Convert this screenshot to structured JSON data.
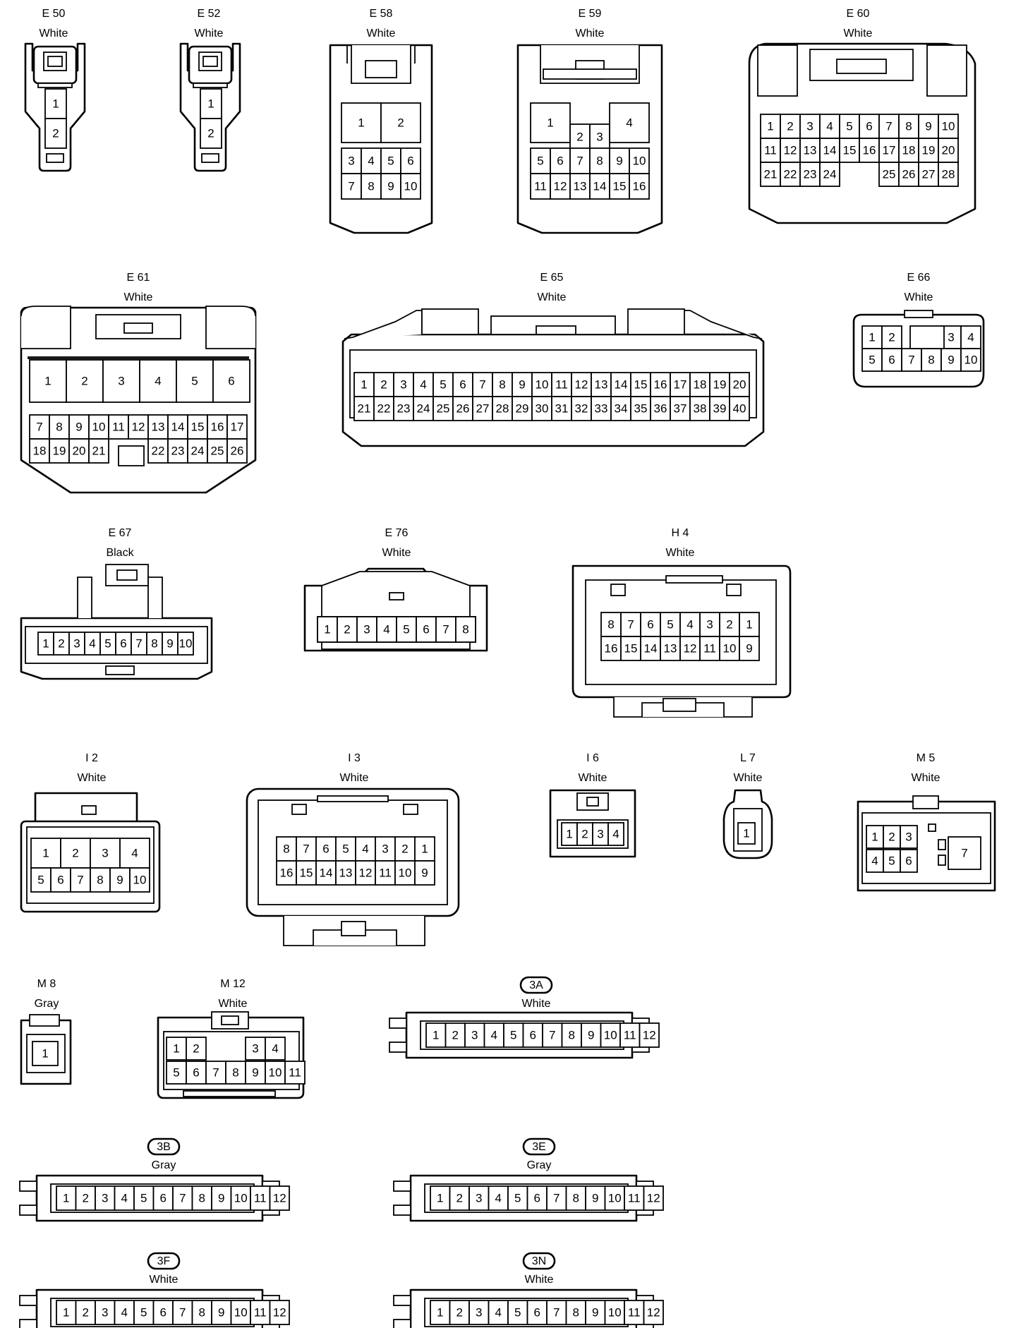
{
  "connectors": [
    {
      "id": "E50",
      "code": "E 50",
      "color": "White",
      "pins": [
        [
          "1"
        ],
        [
          "2"
        ]
      ]
    },
    {
      "id": "E52",
      "code": "E 52",
      "color": "White",
      "pins": [
        [
          "1"
        ],
        [
          "2"
        ]
      ]
    },
    {
      "id": "E58",
      "code": "E 58",
      "color": "White",
      "pins": [
        [
          "1",
          "2"
        ],
        [
          "3",
          "4",
          "5",
          "6"
        ],
        [
          "7",
          "8",
          "9",
          "10"
        ]
      ]
    },
    {
      "id": "E59",
      "code": "E 59",
      "color": "White",
      "pins": [
        [
          "1",
          "2",
          "3",
          "4"
        ],
        [
          "5",
          "6",
          "7",
          "8",
          "9",
          "10"
        ],
        [
          "11",
          "12",
          "13",
          "14",
          "15",
          "16"
        ]
      ]
    },
    {
      "id": "E60",
      "code": "E 60",
      "color": "White",
      "pins": [
        [
          "1",
          "2",
          "3",
          "4",
          "5",
          "6",
          "7",
          "8",
          "9",
          "10"
        ],
        [
          "11",
          "12",
          "13",
          "14",
          "15",
          "16",
          "17",
          "18",
          "19",
          "20"
        ],
        [
          "21",
          "22",
          "23",
          "24",
          "",
          "",
          "25",
          "26",
          "27",
          "28"
        ]
      ]
    },
    {
      "id": "E61",
      "code": "E 61",
      "color": "White",
      "pins": [
        [
          "1",
          "2",
          "3",
          "4",
          "5",
          "6"
        ],
        [
          "7",
          "8",
          "9",
          "10",
          "11",
          "12",
          "13",
          "14",
          "15",
          "16",
          "17"
        ],
        [
          "18",
          "19",
          "20",
          "21",
          "",
          "",
          "22",
          "23",
          "24",
          "25",
          "26"
        ]
      ]
    },
    {
      "id": "E65",
      "code": "E 65",
      "color": "White",
      "pins": [
        [
          "1",
          "2",
          "3",
          "4",
          "5",
          "6",
          "7",
          "8",
          "9",
          "10",
          "11",
          "12",
          "13",
          "14",
          "15",
          "16",
          "17",
          "18",
          "19",
          "20"
        ],
        [
          "21",
          "22",
          "23",
          "24",
          "25",
          "26",
          "27",
          "28",
          "29",
          "30",
          "31",
          "32",
          "33",
          "34",
          "35",
          "36",
          "37",
          "38",
          "39",
          "40"
        ]
      ]
    },
    {
      "id": "E66",
      "code": "E 66",
      "color": "White",
      "pins": [
        [
          "1",
          "2",
          "",
          "",
          "3",
          "4"
        ],
        [
          "5",
          "6",
          "7",
          "8",
          "9",
          "10"
        ]
      ]
    },
    {
      "id": "E67",
      "code": "E 67",
      "color": "Black",
      "pins": [
        [
          "1",
          "2",
          "3",
          "4",
          "5",
          "6",
          "7",
          "8",
          "9",
          "10"
        ]
      ]
    },
    {
      "id": "E76",
      "code": "E 76",
      "color": "White",
      "pins": [
        [
          "1",
          "2",
          "3",
          "4",
          "5",
          "6",
          "7",
          "8"
        ]
      ]
    },
    {
      "id": "H4",
      "code": "H 4",
      "color": "White",
      "pins": [
        [
          "8",
          "7",
          "6",
          "5",
          "4",
          "3",
          "2",
          "1"
        ],
        [
          "16",
          "15",
          "14",
          "13",
          "12",
          "11",
          "10",
          "9"
        ]
      ]
    },
    {
      "id": "I2",
      "code": "I 2",
      "color": "White",
      "pins": [
        [
          "1",
          "2",
          "3",
          "4"
        ],
        [
          "5",
          "6",
          "7",
          "8",
          "9",
          "10"
        ]
      ]
    },
    {
      "id": "I3",
      "code": "I 3",
      "color": "White",
      "pins": [
        [
          "8",
          "7",
          "6",
          "5",
          "4",
          "3",
          "2",
          "1"
        ],
        [
          "16",
          "15",
          "14",
          "13",
          "12",
          "11",
          "10",
          "9"
        ]
      ]
    },
    {
      "id": "I6",
      "code": "I 6",
      "color": "White",
      "pins": [
        [
          "1",
          "2",
          "3",
          "4"
        ]
      ]
    },
    {
      "id": "L7",
      "code": "L 7",
      "color": "White",
      "pins": [
        [
          "1"
        ]
      ]
    },
    {
      "id": "M5",
      "code": "M 5",
      "color": "White",
      "pins": [
        [
          "1",
          "2",
          "3"
        ],
        [
          "4",
          "5",
          "6"
        ],
        [
          "7"
        ]
      ]
    },
    {
      "id": "M8",
      "code": "M 8",
      "color": "Gray",
      "pins": [
        [
          "1"
        ]
      ]
    },
    {
      "id": "M12",
      "code": "M 12",
      "color": "White",
      "pins": [
        [
          "1",
          "2",
          "",
          "",
          "3",
          "4"
        ],
        [
          "5",
          "6",
          "7",
          "8",
          "9",
          "10",
          "11"
        ]
      ]
    },
    {
      "id": "3A",
      "code": "3A",
      "color": "White",
      "pins": [
        [
          "1",
          "2",
          "3",
          "4",
          "5",
          "6",
          "7",
          "8",
          "9",
          "10",
          "11",
          "12"
        ]
      ]
    },
    {
      "id": "3B",
      "code": "3B",
      "color": "Gray",
      "pins": [
        [
          "1",
          "2",
          "3",
          "4",
          "5",
          "6",
          "7",
          "8",
          "9",
          "10",
          "11",
          "12"
        ]
      ]
    },
    {
      "id": "3E",
      "code": "3E",
      "color": "Gray",
      "pins": [
        [
          "1",
          "2",
          "3",
          "4",
          "5",
          "6",
          "7",
          "8",
          "9",
          "10",
          "11",
          "12"
        ]
      ]
    },
    {
      "id": "3F",
      "code": "3F",
      "color": "White",
      "pins": [
        [
          "1",
          "2",
          "3",
          "4",
          "5",
          "6",
          "7",
          "8",
          "9",
          "10",
          "11",
          "12"
        ]
      ]
    },
    {
      "id": "3N",
      "code": "3N",
      "color": "White",
      "pins": [
        [
          "1",
          "2",
          "3",
          "4",
          "5",
          "6",
          "7",
          "8",
          "9",
          "10",
          "11",
          "12"
        ]
      ]
    }
  ]
}
